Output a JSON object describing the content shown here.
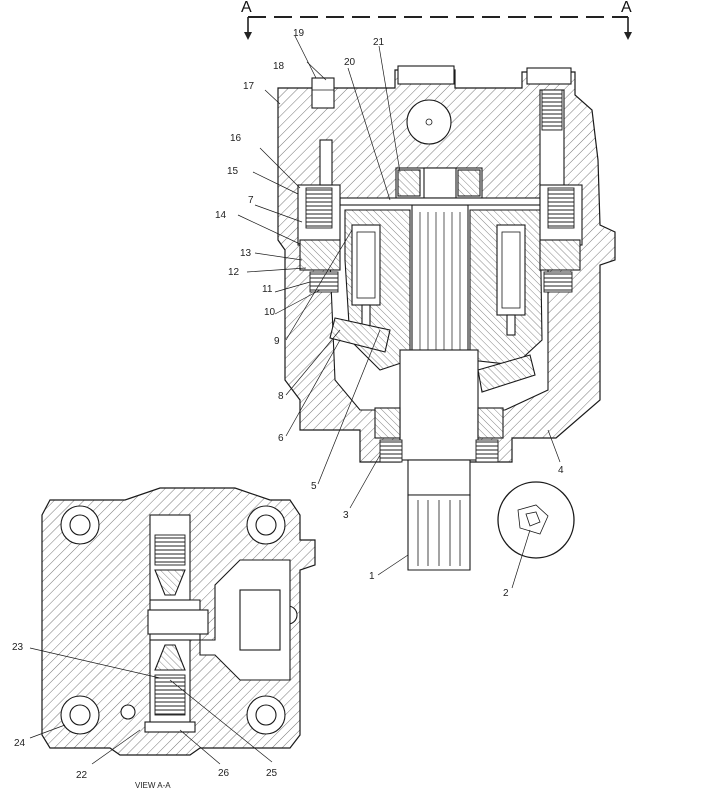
{
  "section_marks": {
    "left": "A",
    "right": "A"
  },
  "callouts": [
    "1",
    "2",
    "3",
    "4",
    "5",
    "6",
    "7",
    "8",
    "9",
    "10",
    "11",
    "12",
    "13",
    "14",
    "15",
    "16",
    "17",
    "18",
    "19",
    "20",
    "21",
    "22",
    "23",
    "24",
    "25",
    "26"
  ],
  "view_caption": "VIEW A-A"
}
